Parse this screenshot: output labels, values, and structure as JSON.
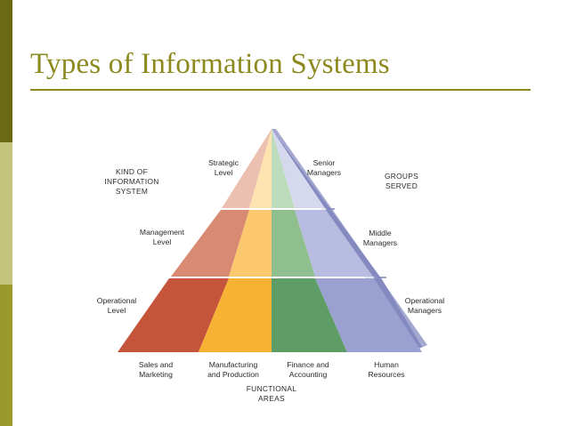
{
  "slide": {
    "title": "Types of Information Systems"
  },
  "diagram": {
    "kind_label": [
      "KIND OF",
      "INFORMATION",
      "SYSTEM"
    ],
    "groups_label": [
      "GROUPS",
      "SERVED"
    ],
    "levels": [
      {
        "left": [
          "Strategic",
          "Level"
        ],
        "right": [
          "Senior",
          "Managers"
        ]
      },
      {
        "left": [
          "Management",
          "Level"
        ],
        "right": [
          "Middle",
          "Managers"
        ]
      },
      {
        "left": [
          "Operational",
          "Level"
        ],
        "right": [
          "Operational",
          "Managers"
        ]
      }
    ],
    "areas": [
      {
        "lines": [
          "Sales and",
          "Marketing"
        ]
      },
      {
        "lines": [
          "Manufacturing",
          "and Production"
        ]
      },
      {
        "lines": [
          "Finance and",
          "Accounting"
        ]
      },
      {
        "lines": [
          "Human",
          "Resources"
        ]
      }
    ],
    "functional_label": [
      "FUNCTIONAL",
      "AREAS"
    ],
    "colors": {
      "sales": "#c4553a",
      "manufacturing": "#f7b233",
      "finance": "#5e9e66",
      "hr": "#9aa0cf",
      "side_face": "#8f95c8",
      "sidebar_dark": "#6b6a14",
      "sidebar_light": "#c4c47e",
      "title": "#8c8a1e"
    }
  }
}
